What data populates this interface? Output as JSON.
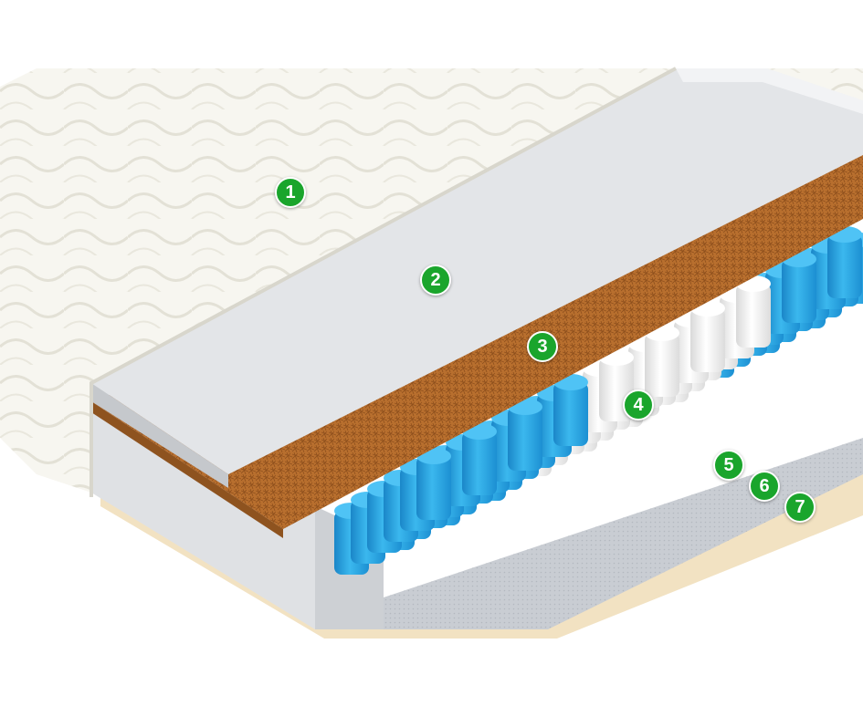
{
  "markers": [
    {
      "label": "1"
    },
    {
      "label": "2"
    },
    {
      "label": "3"
    },
    {
      "label": "4"
    },
    {
      "label": "5"
    },
    {
      "label": "6"
    },
    {
      "label": "7"
    }
  ],
  "colors": {
    "marker": "#1aa52c",
    "quilted_cover": "#f6f5ee",
    "foam_layer": "#e4e6e9",
    "coir_layer": "#b8702f",
    "spring_blue": "#2aa7e0",
    "spring_white": "#f1f1f1",
    "felt_layer": "#cfd3d8",
    "base_layer": "#f3e3c3"
  }
}
